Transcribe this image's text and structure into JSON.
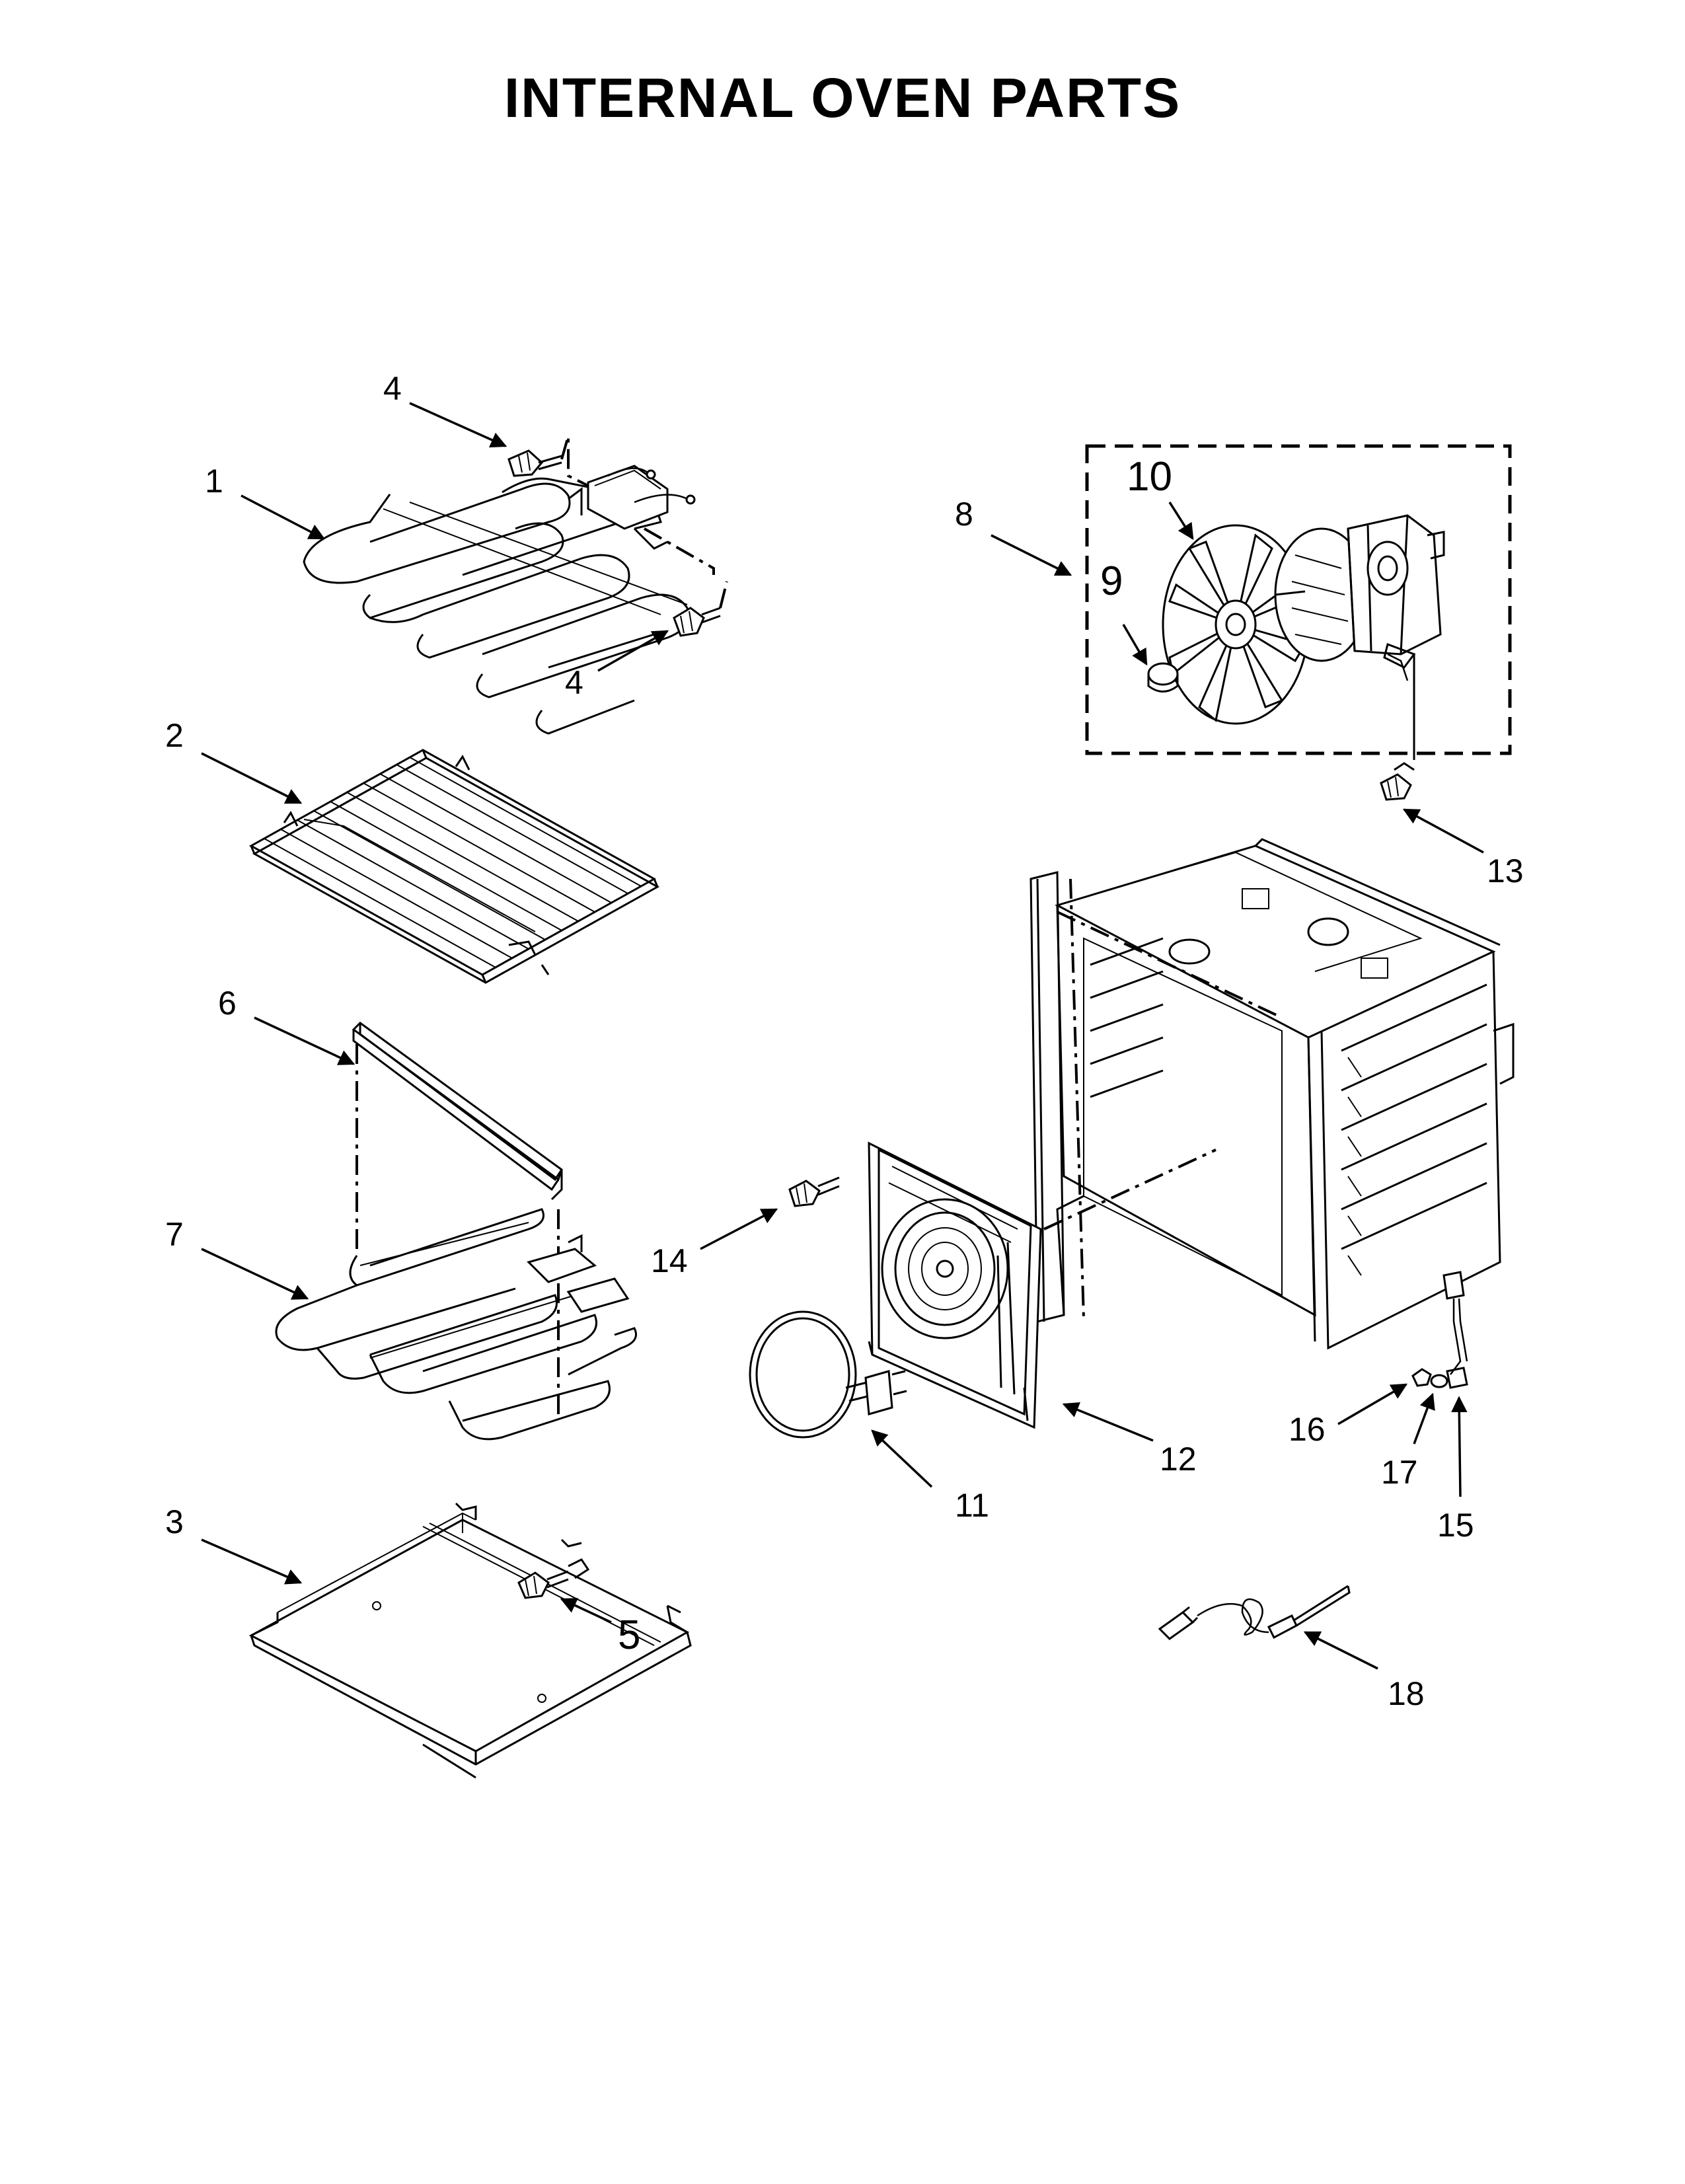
{
  "title": "INTERNAL OVEN PARTS",
  "callouts": [
    {
      "id": "c1",
      "label": "1"
    },
    {
      "id": "c2",
      "label": "2"
    },
    {
      "id": "c3",
      "label": "3"
    },
    {
      "id": "c4a",
      "label": "4"
    },
    {
      "id": "c4b",
      "label": "4"
    },
    {
      "id": "c5",
      "label": "5"
    },
    {
      "id": "c6",
      "label": "6"
    },
    {
      "id": "c7",
      "label": "7"
    },
    {
      "id": "c8",
      "label": "8"
    },
    {
      "id": "c9",
      "label": "9"
    },
    {
      "id": "c10",
      "label": "10"
    },
    {
      "id": "c11",
      "label": "11"
    },
    {
      "id": "c12",
      "label": "12"
    },
    {
      "id": "c13",
      "label": "13"
    },
    {
      "id": "c14",
      "label": "14"
    },
    {
      "id": "c15",
      "label": "15"
    },
    {
      "id": "c16",
      "label": "16"
    },
    {
      "id": "c17",
      "label": "17"
    },
    {
      "id": "c18",
      "label": "18"
    }
  ],
  "colors": {
    "ink": "#000000",
    "paper": "#ffffff"
  }
}
